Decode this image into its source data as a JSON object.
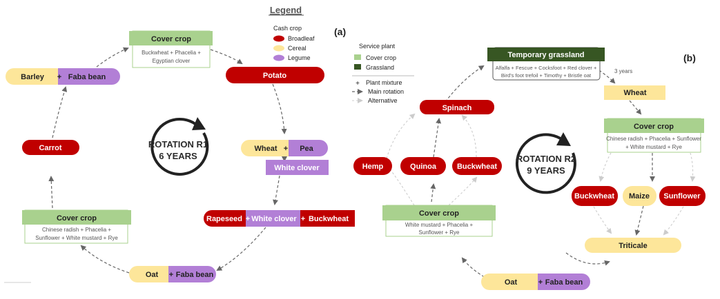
{
  "legend": {
    "title": "Legend",
    "cash_crop_heading": "Cash crop",
    "cash_crop_items": [
      "Broadleaf",
      "Cereal",
      "Legume"
    ],
    "service_plant_heading": "Service plant",
    "service_plant_items": [
      "Cover crop",
      "Grassland"
    ],
    "line_items": [
      "Plant mixture",
      "Main rotation",
      "Alternative"
    ],
    "plus_symbol": "+"
  },
  "colors": {
    "broadleaf": "#c00000",
    "cereal": "#fde69a",
    "legume": "#b27fd6",
    "cover_crop": "#a9d18e",
    "grassland": "#375623",
    "main_arrow": "#666666",
    "alt_arrow": "#cccccc"
  },
  "panel_a": {
    "label": "(a)",
    "center_title": "ROTATION R1",
    "center_subtitle": "6 YEARS",
    "cover_top": {
      "title": "Cover crop",
      "line1": "Buckwheat + Phacelia +",
      "line2": "Egyptian clover"
    },
    "potato": "Potato",
    "wheat": "Wheat",
    "pea": "Pea",
    "white_clover_1": "White clover",
    "rapeseed": "Rapeseed",
    "white_clover_2": "White clover",
    "buckwheat": "Buckwheat",
    "oat": "Oat",
    "faba_bean_bottom": "Faba bean",
    "cover_left": {
      "title": "Cover crop",
      "line1": "Chinese radish + Phacelia +",
      "line2": "Sunflower + White mustard + Rye"
    },
    "carrot": "Carrot",
    "barley": "Barley",
    "faba_bean_top": "Faba bean"
  },
  "panel_b": {
    "label": "(b)",
    "center_title": "ROTATION R2",
    "center_subtitle": "9 YEARS",
    "grassland": {
      "title": "Temporary grassland",
      "line1": "Alfalfa + Fescue + Cocksfoot + Red clover +",
      "line2": "Bird's foot trefoil + Timothy + Bristle oat"
    },
    "years_note": "3 years",
    "wheat": "Wheat",
    "cover_right": {
      "title": "Cover crop",
      "line1": "Chinese radish + Phacelia + Sunflower",
      "line2": "+ White mustard + Rye"
    },
    "buckwheat_right": "Buckwheat",
    "maize": "Maize",
    "sunflower": "Sunflower",
    "triticale": "Triticale",
    "oat": "Oat",
    "faba_bean": "Faba bean",
    "cover_left": {
      "title": "Cover crop",
      "line1": "White mustard + Phacelia +",
      "line2": "Sunflower + Rye"
    },
    "hemp": "Hemp",
    "quinoa": "Quinoa",
    "buckwheat_left": "Buckwheat",
    "spinach": "Spinach"
  }
}
